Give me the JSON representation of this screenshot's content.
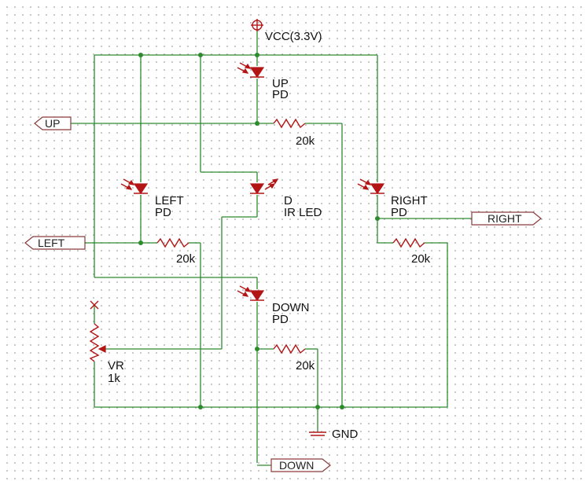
{
  "power": {
    "vcc_label": "VCC(3.3V)",
    "gnd_label": "GND"
  },
  "components": {
    "pd_up": {
      "ref": "UP",
      "value": "PD"
    },
    "pd_left": {
      "ref": "LEFT",
      "value": "PD"
    },
    "led_ir": {
      "ref": "D",
      "value": "IR LED"
    },
    "pd_right": {
      "ref": "RIGHT",
      "value": "PD"
    },
    "pd_down": {
      "ref": "DOWN",
      "value": "PD"
    },
    "r_up": {
      "value": "20k"
    },
    "r_left": {
      "value": "20k"
    },
    "r_right": {
      "value": "20k"
    },
    "r_down": {
      "value": "20k"
    },
    "vr": {
      "ref": "VR",
      "value": "1k"
    }
  },
  "ports": {
    "up": "UP",
    "left": "LEFT",
    "right": "RIGHT",
    "down": "DOWN"
  },
  "colors": {
    "wire": "#2d8a2d",
    "component": "#b31515",
    "port_border": "#8b3a3a"
  }
}
